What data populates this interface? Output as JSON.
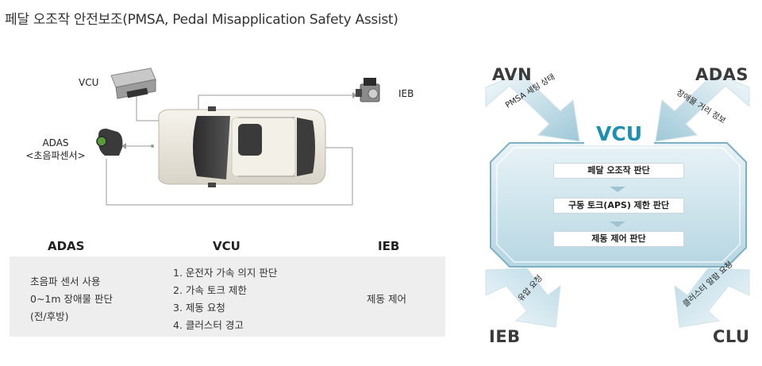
{
  "title": "페달 오조작 안전보조(PMSA, Pedal Misapplication Safety Assist)",
  "left_diagram": {
    "labels": {
      "vcu": "VCU",
      "adas_line1": "ADAS",
      "adas_line2": "<초음파센서>",
      "ieb": "IEB"
    }
  },
  "flow": {
    "headers": {
      "adas": "ADAS",
      "vcu": "VCU",
      "ieb": "IEB"
    },
    "adas_lines": [
      "초음파 센서 사용",
      "0~1m 장애물 판단",
      "(전/후방)"
    ],
    "vcu_lines": [
      "1. 운전자 가속 의지 판단",
      "2. 가속 토크 제한",
      "3. 제동 요청",
      "4. 클러스터 경고"
    ],
    "ieb_text": "제동 제어"
  },
  "right_diagram": {
    "nodes": {
      "avn": "AVN",
      "adas": "ADAS",
      "ieb": "IEB",
      "clu": "CLU"
    },
    "center_title": "VCU",
    "arrows": {
      "avn_in": "PMSA 세팅 상태",
      "adas_in": "장애물 거리 정보",
      "ieb_out": "유압 요청",
      "clu_out": "클러스터 알람 요청"
    },
    "steps": [
      "페달 오조작 판단",
      "구동 토크(APS) 제한 판단",
      "제동 제어 판단"
    ]
  },
  "colors": {
    "accent": "#1c8fb3",
    "arrow_light": "#dcebf2",
    "arrow_dark": "#8fc0d4",
    "flow_bg": "#eeeeee"
  }
}
